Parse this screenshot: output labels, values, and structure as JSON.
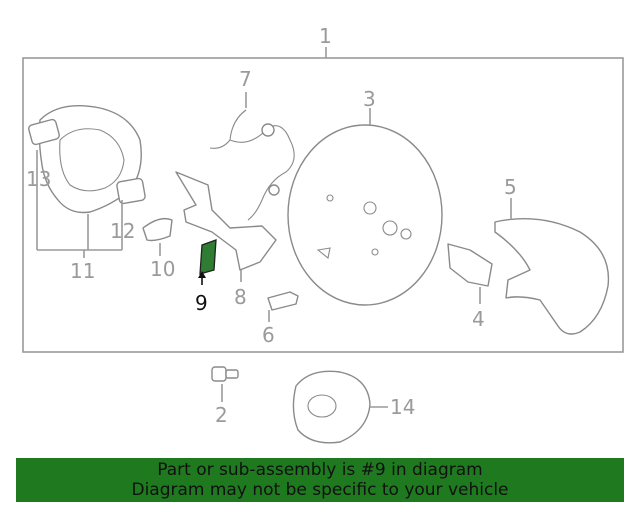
{
  "callouts": {
    "c1": "1",
    "c2": "2",
    "c3": "3",
    "c4": "4",
    "c5": "5",
    "c6": "6",
    "c7": "7",
    "c8": "8",
    "c9": "9",
    "c10": "10",
    "c11": "11",
    "c12": "12",
    "c13": "13",
    "c14": "14"
  },
  "highlight": {
    "part": "9",
    "color": "#2e7d32"
  },
  "banner": {
    "line1": "Part or sub-assembly is #9 in diagram",
    "line2": "Diagram may not be specific to your vehicle",
    "color": "#1f7a1f"
  }
}
